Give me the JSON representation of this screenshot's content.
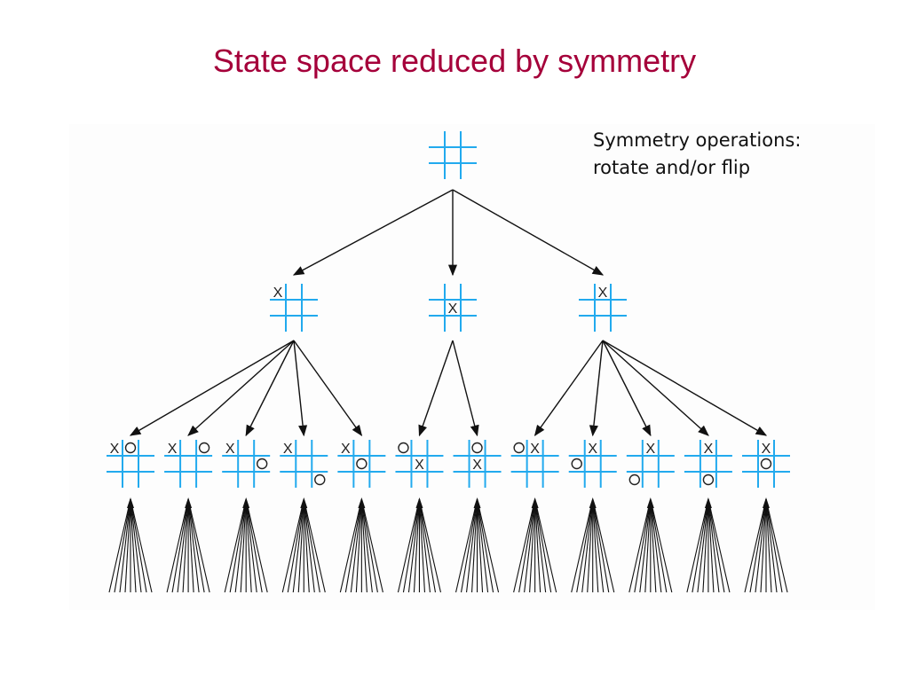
{
  "slide": {
    "title": "State space reduced by symmetry",
    "annotation_lines": [
      "Symmetry operations:",
      "rotate and/or flip"
    ]
  },
  "colors": {
    "title": "#a5003a",
    "grid": "#22aaee",
    "ink": "#111111"
  },
  "tree": {
    "marks": {
      "x": "X",
      "o": "O"
    },
    "root": {
      "board": [
        "",
        "",
        "",
        "",
        "",
        "",
        "",
        "",
        ""
      ]
    },
    "level1": [
      {
        "board": [
          "X",
          "",
          "",
          "",
          "",
          "",
          "",
          "",
          ""
        ]
      },
      {
        "board": [
          "",
          "",
          "",
          "",
          "X",
          "",
          "",
          "",
          ""
        ]
      },
      {
        "board": [
          "",
          "X",
          "",
          "",
          "",
          "",
          "",
          "",
          ""
        ]
      }
    ],
    "level2": [
      {
        "parent": 0,
        "board": [
          "X",
          "O",
          "",
          "",
          "",
          "",
          "",
          "",
          ""
        ]
      },
      {
        "parent": 0,
        "board": [
          "X",
          "",
          "O",
          "",
          "",
          "",
          "",
          "",
          ""
        ]
      },
      {
        "parent": 0,
        "board": [
          "X",
          "",
          "",
          "",
          "",
          "O",
          "",
          "",
          ""
        ]
      },
      {
        "parent": 0,
        "board": [
          "X",
          "",
          "",
          "",
          "",
          "",
          "",
          "",
          "O"
        ]
      },
      {
        "parent": 0,
        "board": [
          "X",
          "",
          "",
          "",
          "O",
          "",
          "",
          "",
          ""
        ]
      },
      {
        "parent": 1,
        "board": [
          "O",
          "",
          "",
          "",
          "X",
          "",
          "",
          "",
          ""
        ]
      },
      {
        "parent": 1,
        "board": [
          "",
          "O",
          "",
          "",
          "X",
          "",
          "",
          "",
          ""
        ]
      },
      {
        "parent": 2,
        "board": [
          "O",
          "X",
          "",
          "",
          "",
          "",
          "",
          "",
          ""
        ]
      },
      {
        "parent": 2,
        "board": [
          "",
          "X",
          "",
          "O",
          "",
          "",
          "",
          "",
          ""
        ]
      },
      {
        "parent": 2,
        "board": [
          "",
          "X",
          "",
          "",
          "",
          "",
          "O",
          "",
          ""
        ]
      },
      {
        "parent": 2,
        "board": [
          "",
          "X",
          "",
          "",
          "",
          "",
          "",
          "O",
          ""
        ]
      },
      {
        "parent": 2,
        "board": [
          "",
          "X",
          "",
          "",
          "O",
          "",
          "",
          "",
          ""
        ]
      }
    ]
  }
}
